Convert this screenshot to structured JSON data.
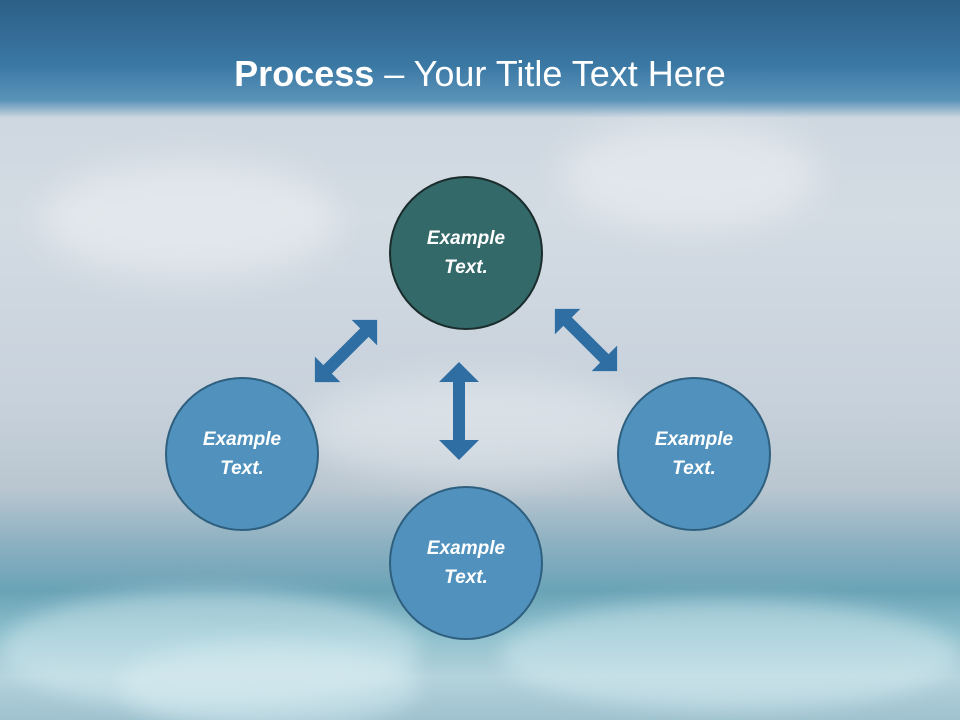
{
  "title": {
    "bold": "Process",
    "rest": " – Your Title Text Here"
  },
  "nodes": {
    "top": {
      "line1": "Example",
      "line2": "Text."
    },
    "left": {
      "line1": "Example",
      "line2": "Text."
    },
    "bottom": {
      "line1": "Example",
      "line2": "Text."
    },
    "right": {
      "line1": "Example",
      "line2": "Text."
    }
  },
  "colors": {
    "title_bar": "#3a78a4",
    "node_blue": "#5092bd",
    "node_teal": "#336968",
    "arrow": "#2e6ea3"
  }
}
